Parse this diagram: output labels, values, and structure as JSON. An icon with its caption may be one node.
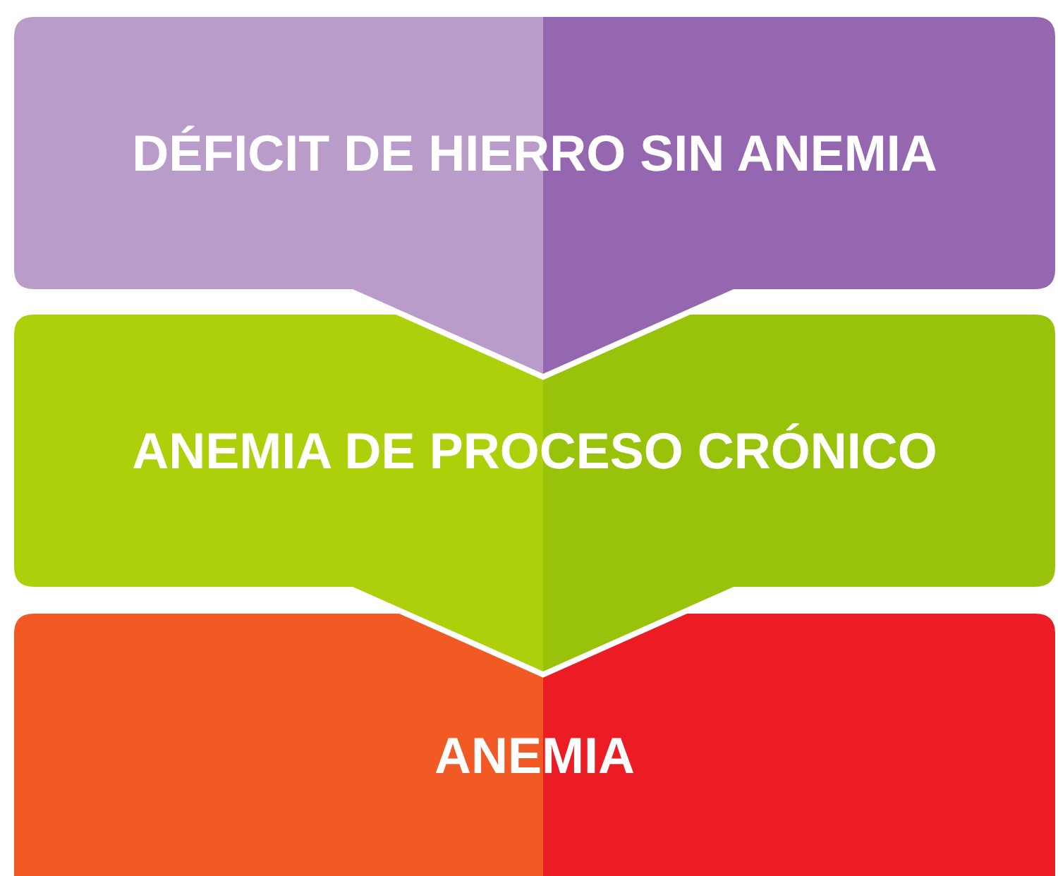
{
  "diagram": {
    "nodes": [
      {
        "text": [
          "DÉFICIT DE HIERRO SIN ANEMIA"
        ]
      },
      {
        "text": [
          "ANEMIA DE PROCESO CRÓNICO"
        ]
      },
      {
        "text": [
          "ANEMIA"
        ]
      }
    ]
  }
}
